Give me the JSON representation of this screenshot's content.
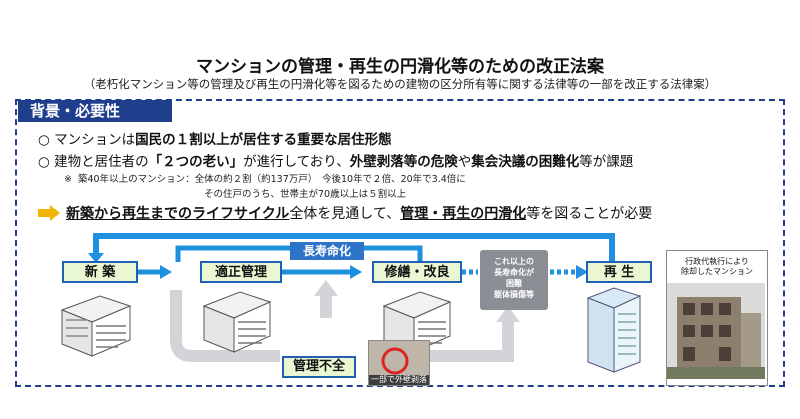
{
  "title": "マンションの管理・再生の円滑化等のための改正法案",
  "subtitle": "（老朽化マンション等の管理及び再生の円滑化等を図るための建物の区分所有等に関する法律等の一部を改正する法律案）",
  "background_tab": "背景・必要性",
  "bullets": [
    {
      "marker": "○",
      "parts": [
        "マンションは",
        "国民の１割以上が居住する重要な居住形態"
      ]
    },
    {
      "marker": "○",
      "parts": [
        "建物と居住者の",
        "「２つの老い」",
        "が進行しており、",
        "外壁剥落等の危険",
        "や",
        "集会決議の困難化",
        "等が課題"
      ]
    }
  ],
  "note": {
    "mark": "※",
    "line1": "築40年以上のマンション：全体の約２割（約137万戸）　今後10年で２倍、20年で3.4倍に",
    "line2": "その住戸のうち、世帯主が70歳以上は５割以上"
  },
  "summary": {
    "parts": [
      "新築から再生までのライフサイクル",
      "全体を見通して、",
      "管理・再生の円滑化",
      "等を図ることが必要"
    ]
  },
  "lifecycle": {
    "new_build": "新 築",
    "proper_management": "適正管理",
    "repair": "修繕・改良",
    "long_life": "長寿命化",
    "limit_box": [
      "これ以上の",
      "長寿命化が",
      "困難",
      "躯体損傷等"
    ],
    "regeneration": "再 生",
    "poor_management": "管理不全",
    "poor_photo_caption": "一部で外壁剥落",
    "photo_caption": [
      "行政代執行により",
      "除却したマンション"
    ]
  },
  "colors": {
    "navy": "#1f3e8c",
    "flow_blue": "#1f8fe0",
    "stage_fill": "#e9f8d3",
    "gray": "#8b8f95",
    "arrow_yellow": "#f2b200"
  }
}
